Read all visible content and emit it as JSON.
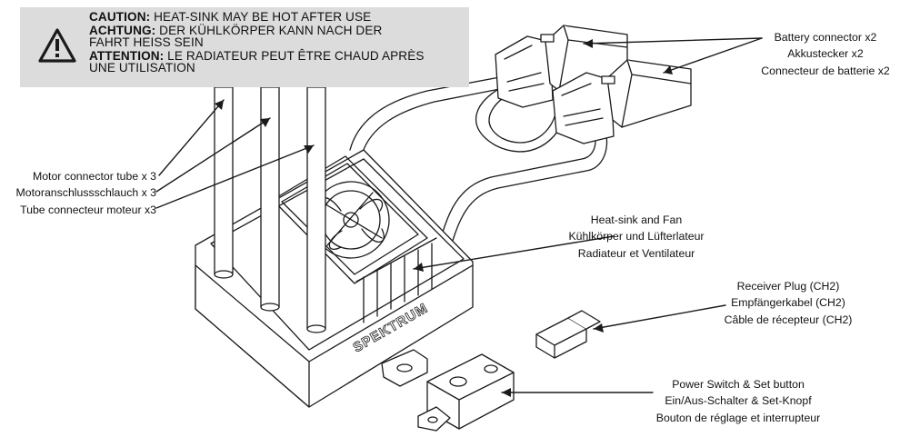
{
  "caution": {
    "line1_bold": "CAUTION:",
    "line1_text": " HEAT-SINK MAY BE HOT AFTER USE",
    "line2_bold": "ACHTUNG:",
    "line2_text": " DER KÜHLKÖRPER KANN NACH DER",
    "line3_text": "FAHRT HEISS SEIN",
    "line4_bold": "ATTENTION:",
    "line4_text": " LE RADIATEUR PEUT ÊTRE CHAUD APRÈS",
    "line5_text": "UNE UTILISATION"
  },
  "labels": {
    "battery": [
      "Battery connector x2",
      "Akkustecker x2",
      "Connecteur de batterie x2"
    ],
    "motor": [
      "Motor connector tube x 3",
      "Motoranschlussschlauch x 3",
      "Tube connecteur moteur x3"
    ],
    "heatsink": [
      "Heat-sink and Fan",
      "Kühlkörper und Lüfterlateur",
      "Radiateur et Ventilateur"
    ],
    "receiver": [
      "Receiver Plug (CH2)",
      "Empfängerkabel (CH2)",
      "Câble de récepteur (CH2)"
    ],
    "switch": [
      "Power Switch & Set button",
      "Ein/Aus-Schalter & Set-Knopf",
      "Bouton de réglage et interrupteur"
    ]
  },
  "brand": "SPEKTRUM",
  "icons": {
    "warning": "warning-triangle-icon"
  },
  "colors": {
    "caution_bg": "#dcdcdc",
    "line": "#1a1a1a"
  }
}
